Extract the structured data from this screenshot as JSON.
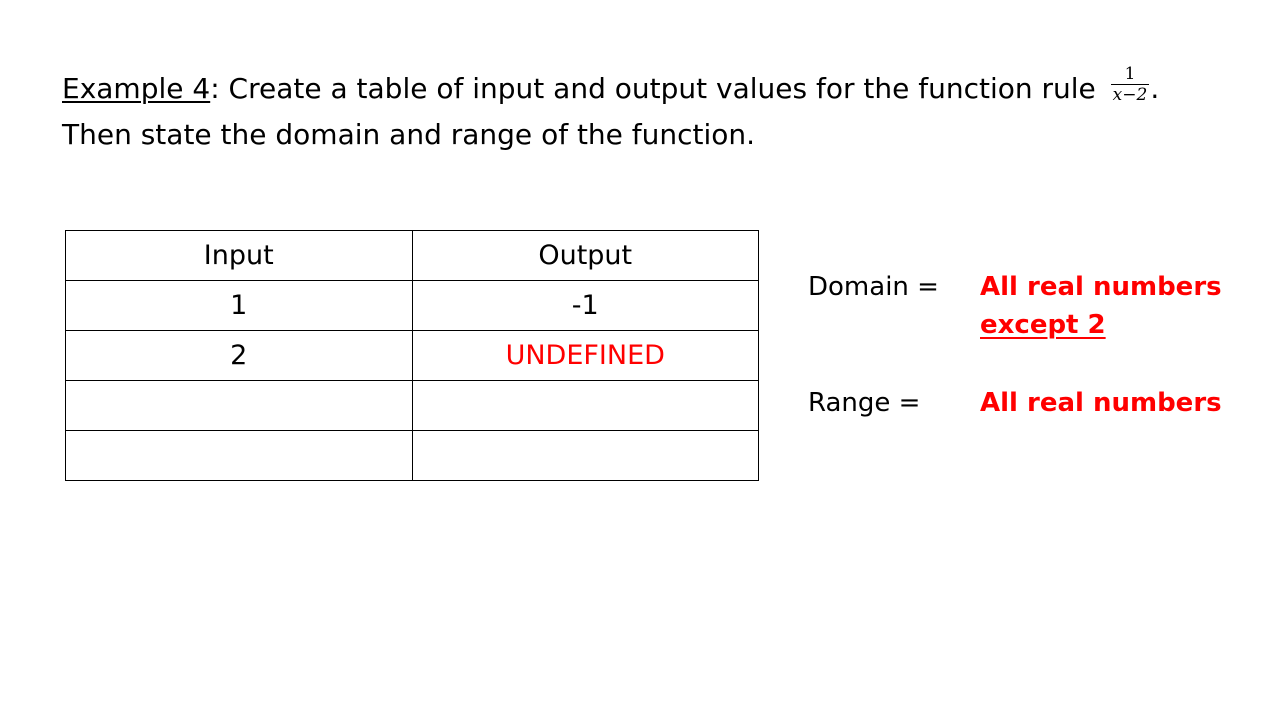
{
  "heading": {
    "example_label": "Example 4",
    "line1_text": ": Create a table of input and output values for the function rule ",
    "fraction_numerator": "1",
    "fraction_denominator": "x−2",
    "line1_end": ".",
    "line2_text": "Then state the domain and range of the function."
  },
  "table": {
    "headers": [
      "Input",
      "Output"
    ],
    "rows": [
      [
        "1",
        "-1"
      ],
      [
        "2",
        "UNDEFINED"
      ],
      [
        "",
        ""
      ],
      [
        "",
        ""
      ]
    ]
  },
  "domain": {
    "label": "Domain =",
    "value_line1": "All real numbers",
    "value_line2": "except 2"
  },
  "range": {
    "label": "Range =",
    "value": "All real numbers"
  },
  "colors": {
    "answer": "#ff0000",
    "text": "#000000"
  }
}
